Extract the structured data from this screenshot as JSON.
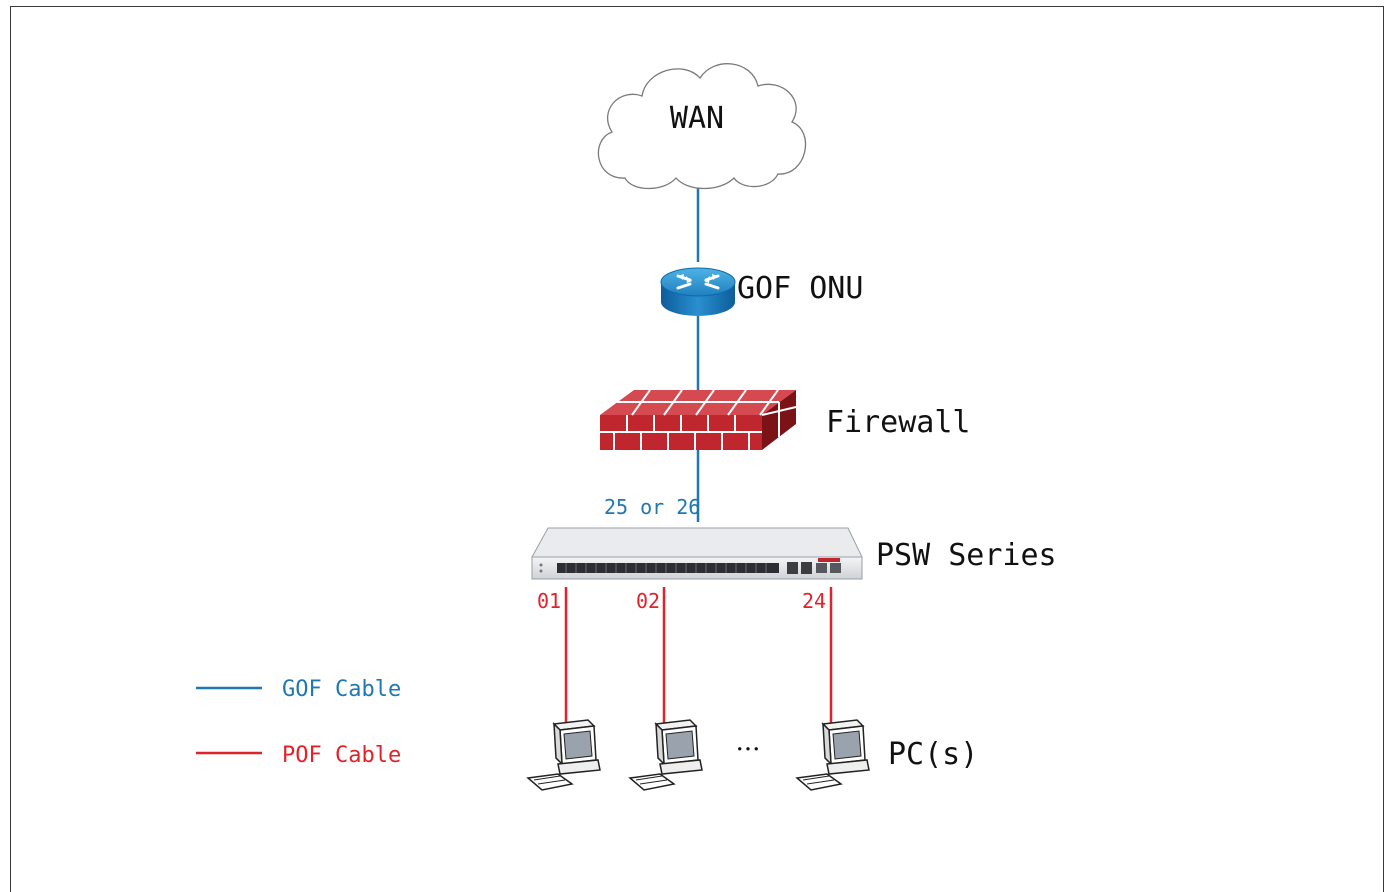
{
  "nodes": {
    "wan": "WAN",
    "onu": "GOF ONU",
    "firewall": "Firewall",
    "switch": "PSW Series",
    "pcs": "PC(s)",
    "ellipsis": "···"
  },
  "ports": {
    "uplink": "25 or 26",
    "p1": "01",
    "p2": "02",
    "p3": "24"
  },
  "legend": {
    "gof": "GOF Cable",
    "pof": "POF Cable"
  },
  "colors": {
    "gof": "#1f78b4",
    "pof": "#e0232a",
    "firewall": "#c0262d"
  }
}
